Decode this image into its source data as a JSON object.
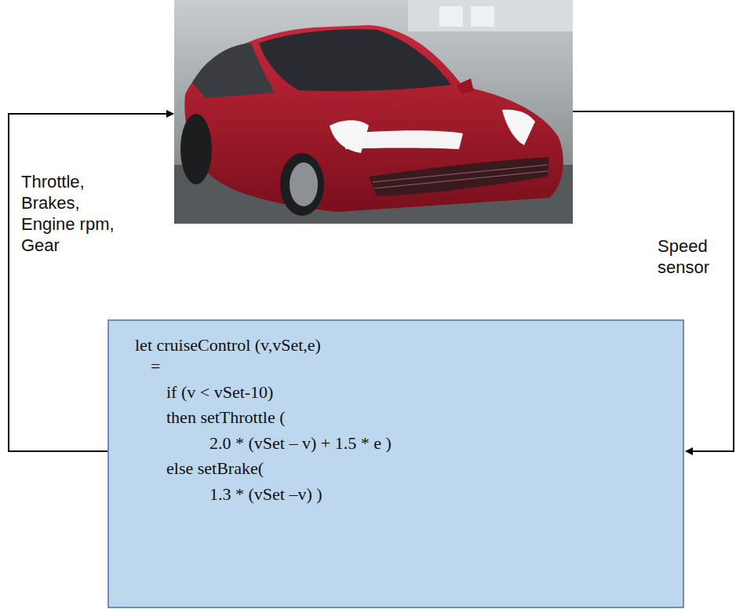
{
  "diagram": {
    "nodes": [
      {
        "text": [
          "let cruiseControl (v,vSet,e)",
          "=",
          "if (v < vSet-10)",
          "then setThrottle (",
          "2.0 * (vSet – v) + 1.5 * e )",
          "else setBrake(",
          "1.3 * (vSet –v) )"
        ]
      }
    ],
    "labels": [
      "Throttle, Brakes, Engine rpm, Gear",
      "Speed sensor"
    ]
  }
}
